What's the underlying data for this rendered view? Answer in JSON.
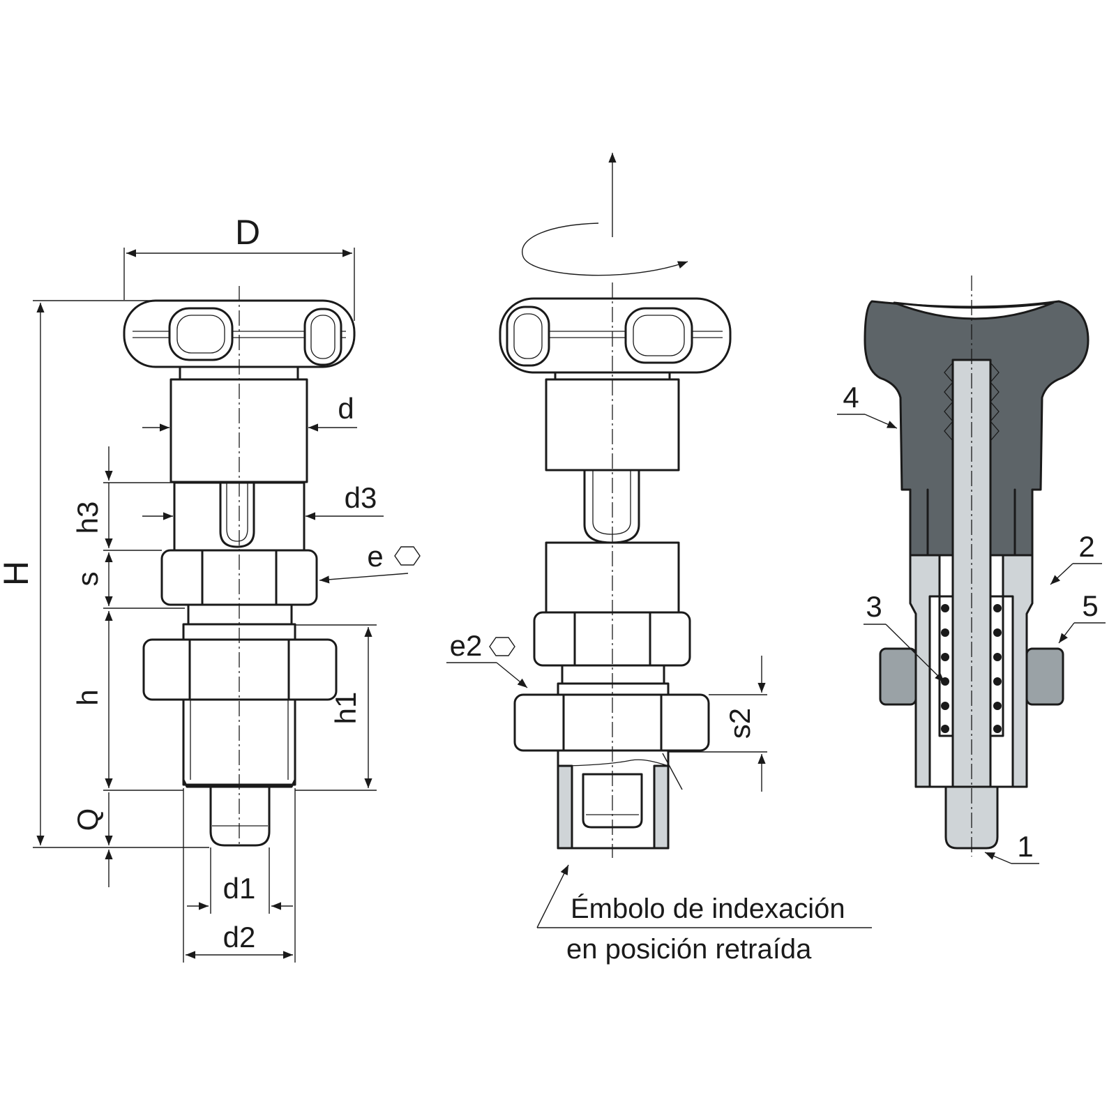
{
  "labels": {
    "D": "D",
    "H": "H",
    "d": "d",
    "d1": "d1",
    "d2": "d2",
    "d3": "d3",
    "h": "h",
    "h1": "h1",
    "h3": "h3",
    "s": "s",
    "s2": "s2",
    "Q": "Q",
    "e": "e",
    "e2": "e2"
  },
  "parts": {
    "p1": "1",
    "p2": "2",
    "p3": "3",
    "p4": "4",
    "p5": "5"
  },
  "caption": {
    "line1": "Émbolo de indexación",
    "line2": "en posición retraída"
  }
}
